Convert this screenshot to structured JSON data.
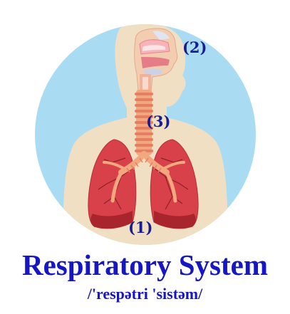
{
  "diagram": {
    "callouts": {
      "lungs": "(1)",
      "upper_airway": "(2)",
      "trachea": "(3)"
    },
    "title": "Respiratory System",
    "pronunciation": "/'respətri 'sistəm/"
  },
  "colors": {
    "background_circle": "#a9dcf3",
    "body_silhouette": "#f1dfc4",
    "lung": "#d9414a",
    "lung_dark": "#a9252d",
    "bronchi": "#f3a77f",
    "callout_text": "#1a1d8f",
    "title_text": "#1616c4"
  }
}
